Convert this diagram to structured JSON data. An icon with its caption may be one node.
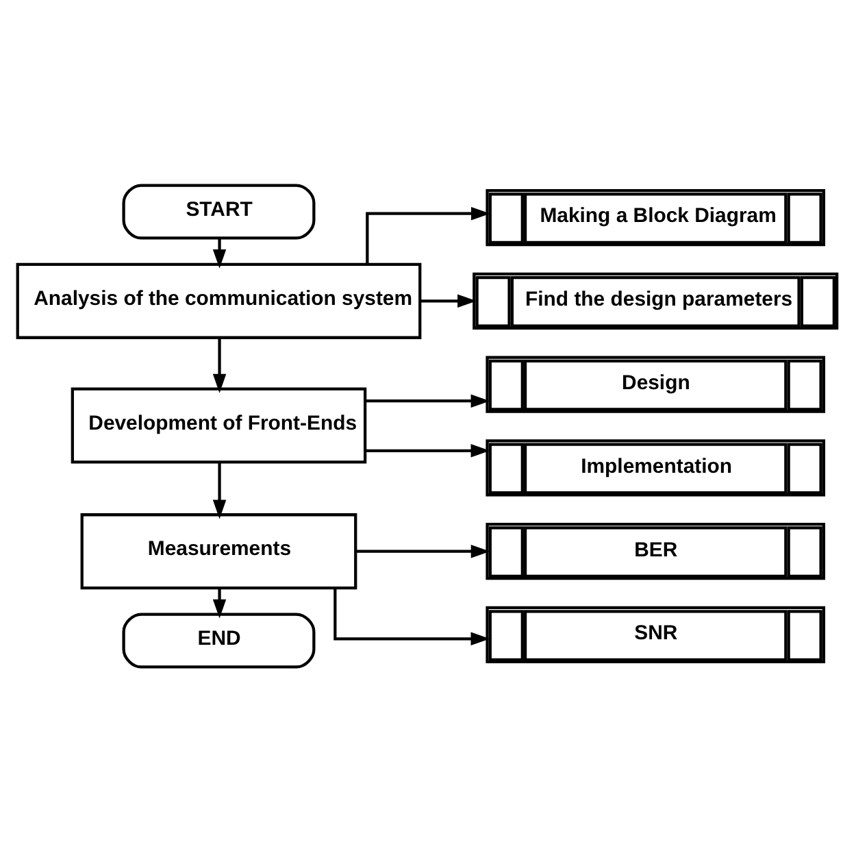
{
  "diagram": {
    "nodes": [
      {
        "text": [
          "START"
        ]
      },
      {
        "text": [
          "Analysis of the communication system"
        ]
      },
      {
        "text": [
          "Making a Block Diagram"
        ]
      },
      {
        "text": [
          "Find the design parameters"
        ]
      },
      {
        "text": [
          "Development of Front-Ends"
        ]
      },
      {
        "text": [
          "Design"
        ]
      },
      {
        "text": [
          "Implementation"
        ]
      },
      {
        "text": [
          "Measurements"
        ]
      },
      {
        "text": [
          "BER"
        ]
      },
      {
        "text": [
          "SNR"
        ]
      },
      {
        "text": [
          "END"
        ]
      }
    ],
    "edges": [
      {
        "from": 0,
        "to": 1,
        "arrow": "to"
      },
      {
        "from": 1,
        "to": 2,
        "arrow": "to"
      },
      {
        "from": 1,
        "to": 3,
        "arrow": "to"
      },
      {
        "from": 1,
        "to": 4,
        "arrow": "to"
      },
      {
        "from": 4,
        "to": 5,
        "arrow": "to"
      },
      {
        "from": 4,
        "to": 6,
        "arrow": "to"
      },
      {
        "from": 4,
        "to": 7,
        "arrow": "to"
      },
      {
        "from": 7,
        "to": 8,
        "arrow": "to"
      },
      {
        "from": 7,
        "to": 9,
        "arrow": "to"
      },
      {
        "from": 7,
        "to": 10,
        "arrow": "to"
      }
    ]
  }
}
